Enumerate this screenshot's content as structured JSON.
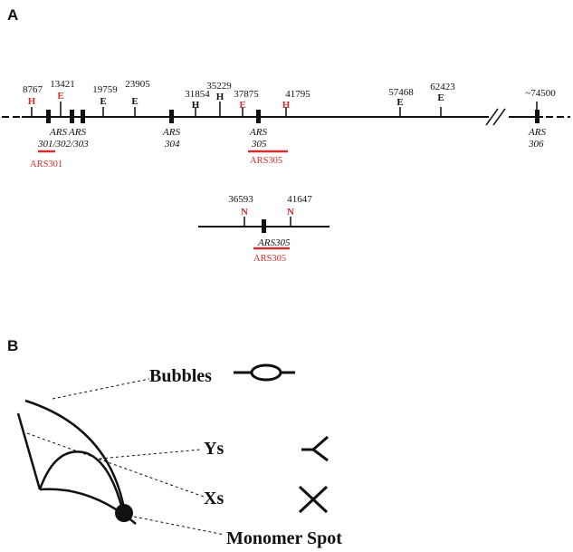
{
  "panel_a": {
    "label": "A",
    "map": {
      "sites": [
        {
          "pos": "8767",
          "enzyme": "H",
          "color": "#d32f2f"
        },
        {
          "pos": "13421",
          "enzyme": "E",
          "color": "#d32f2f"
        },
        {
          "pos": "19759",
          "enzyme": "E",
          "color": "#111111"
        },
        {
          "pos": "23905",
          "enzyme": "E",
          "color": "#111111"
        },
        {
          "pos": "31854",
          "enzyme": "H",
          "color": "#111111"
        },
        {
          "pos": "35229",
          "enzyme": "H",
          "color": "#111111"
        },
        {
          "pos": "37875",
          "enzyme": "E",
          "color": "#d32f2f"
        },
        {
          "pos": "41795",
          "enzyme": "H",
          "color": "#d32f2f"
        },
        {
          "pos": "57468",
          "enzyme": "E",
          "color": "#111111"
        },
        {
          "pos": "62423",
          "enzyme": "E",
          "color": "#111111"
        },
        {
          "pos": "~74500",
          "enzyme": "",
          "color": "#111111"
        }
      ],
      "ars_labels": [
        {
          "line1": "ARS",
          "line2": "301/302/303"
        },
        {
          "line1": "ARS",
          "line2": "304"
        },
        {
          "line1": "ARS",
          "line2": "305"
        },
        {
          "line1": "ARS",
          "line2": "306"
        }
      ],
      "fragments": [
        "ARS301",
        "ARS305"
      ]
    },
    "subfragment": {
      "sites": [
        {
          "pos": "36593",
          "enzyme": "N",
          "color": "#d32f2f"
        },
        {
          "pos": "41647",
          "enzyme": "N",
          "color": "#d32f2f"
        }
      ],
      "ars_label": "ARS305",
      "fragment": "ARS305"
    }
  },
  "panel_b": {
    "label": "B",
    "structures": [
      {
        "label": "Bubbles"
      },
      {
        "label": "Ys"
      },
      {
        "label": "Xs"
      },
      {
        "label": "Monomer Spot"
      }
    ]
  },
  "colors": {
    "accent_red": "#d32f2f",
    "ink": "#111111"
  }
}
